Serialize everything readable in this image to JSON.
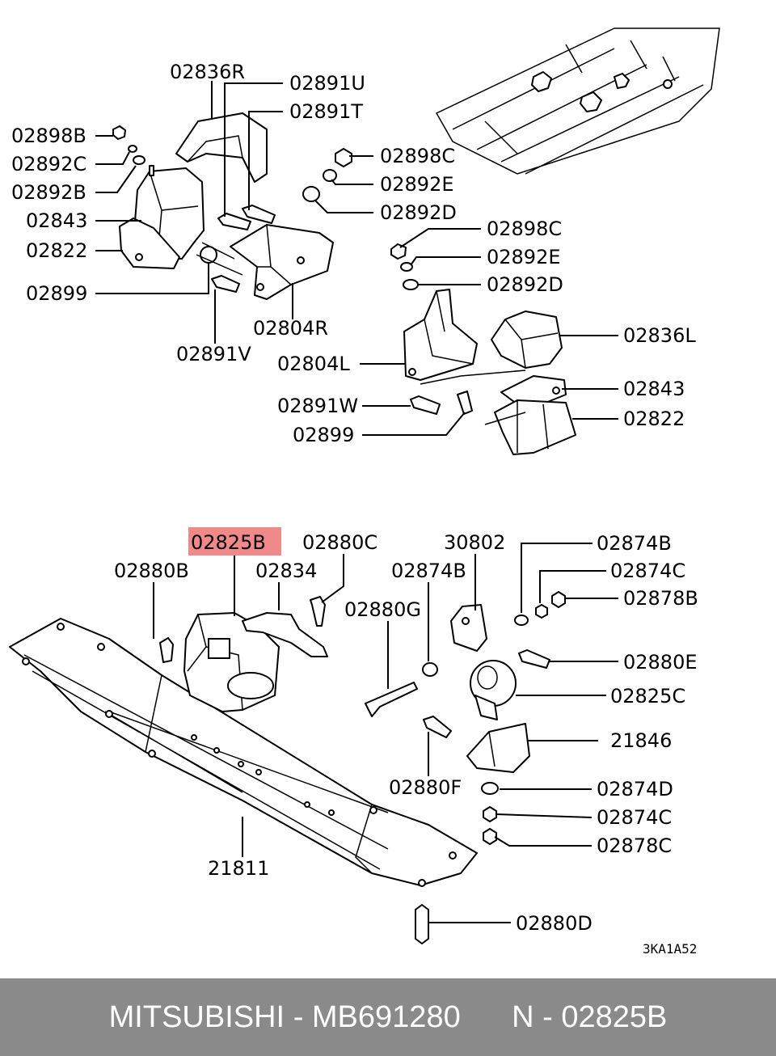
{
  "labels": {
    "l02836R": "02836R",
    "l02891U": "02891U",
    "l02891T": "02891T",
    "l02898B": "02898B",
    "l02892C": "02892C",
    "l02892B": "02892B",
    "l02843a": "02843",
    "l02822a": "02822",
    "l02899a": "02899",
    "l02891V": "02891V",
    "l02804R": "02804R",
    "l02898C1": "02898C",
    "l02892E1": "02892E",
    "l02892D1": "02892D",
    "l02898C2": "02898C",
    "l02892E2": "02892E",
    "l02892D2": "02892D",
    "l02836L": "02836L",
    "l02804L": "02804L",
    "l02843b": "02843",
    "l02822b": "02822",
    "l02891W": "02891W",
    "l02899b": "02899",
    "l02825B": "02825B",
    "l02880C": "02880C",
    "l02880B": "02880B",
    "l02834": "02834",
    "l02874B1": "02874B",
    "l30802": "30802",
    "l02874B2": "02874B",
    "l02874C1": "02874C",
    "l02878B": "02878B",
    "l02880G": "02880G",
    "l02880E": "02880E",
    "l02825C": "02825C",
    "l21846": "21846",
    "l02880F": "02880F",
    "l02874D": "02874D",
    "l02874C2": "02874C",
    "l02878C": "02878C",
    "l21811": "21811",
    "l02880D": "02880D"
  },
  "diagram_code": "3KA1A52",
  "highlight_color": "#f08a8a",
  "footer": {
    "brand": "MITSUBISHI",
    "separator": "-",
    "part_number": "MB691280",
    "ref_prefix": "N",
    "ref_separator": "-",
    "ref_code": "02825B"
  }
}
